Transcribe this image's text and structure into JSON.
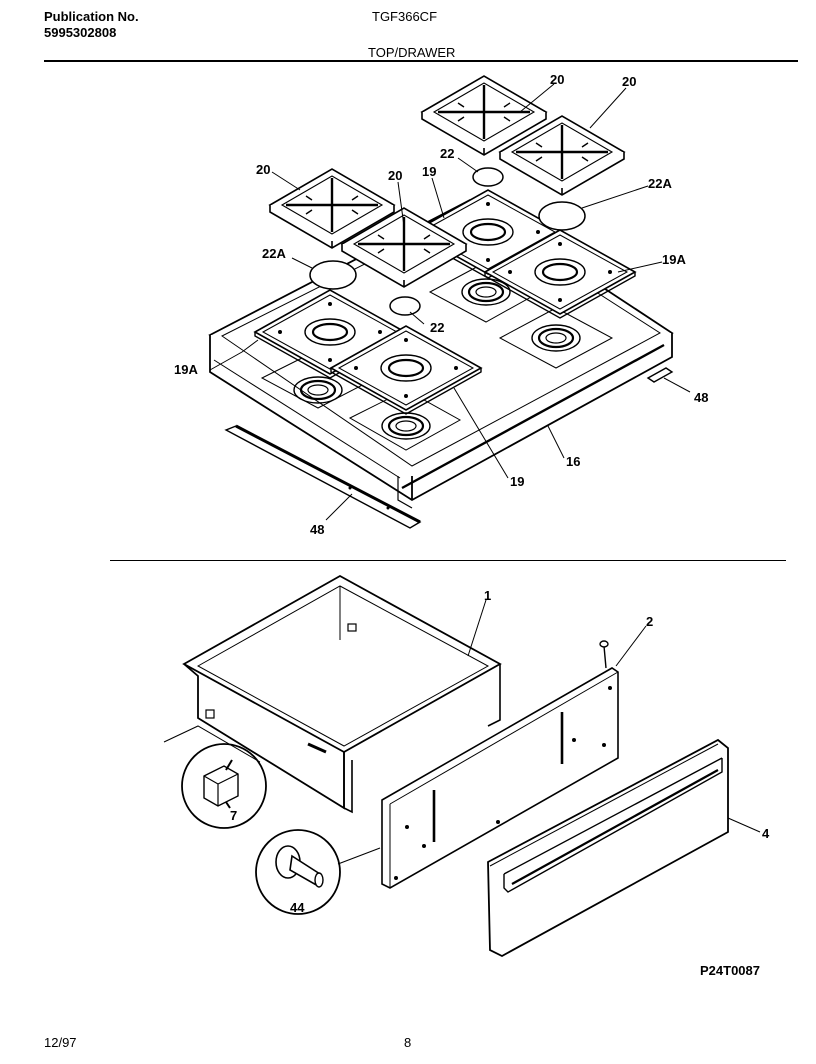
{
  "header": {
    "publication_label": "Publication No.",
    "publication_number": "5995302808",
    "model": "TGF366CF",
    "section_title": "TOP/DRAWER"
  },
  "callouts": {
    "c20": "20",
    "c22": "22",
    "c22A": "22A",
    "c19": "19",
    "c19A": "19A",
    "c16": "16",
    "c48": "48",
    "c1": "1",
    "c2": "2",
    "c4": "4",
    "c7": "7",
    "c44": "44"
  },
  "drawing_id": "P24T0087",
  "footer": {
    "date": "12/97",
    "page": "8"
  }
}
